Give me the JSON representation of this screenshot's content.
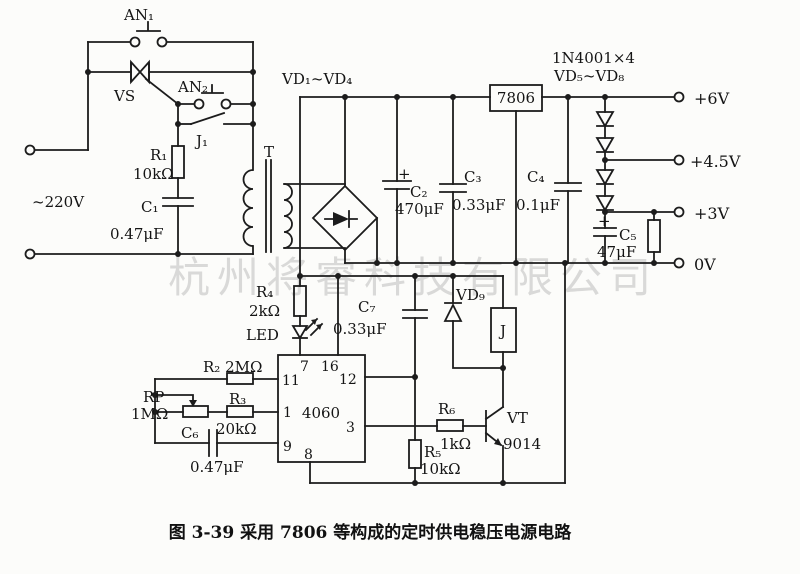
{
  "watermark": "杭州将睿科技有限公司",
  "caption": "图 3-39  采用 7806 等构成的定时供电稳压电源电路",
  "ac": {
    "voltage": "~220V",
    "an1": "AN₁",
    "an2": "AN₂",
    "vs": "VS",
    "j1": "J₁",
    "r1": "R₁",
    "r1_value": "10kΩ",
    "c1": "C₁",
    "c1_value": "0.47μF",
    "transformer": "T"
  },
  "rectifier": {
    "bridge": "VD₁~VD₄",
    "c2": "C₂",
    "c2_plus": "+",
    "c2_value": "470μF",
    "c3": "C₃",
    "c3_value": "0.33μF"
  },
  "regulator": {
    "ic": "7806",
    "c4": "C₄",
    "c4_value": "0.1μF"
  },
  "outputs": {
    "diodes_type": "1N4001×4",
    "diodes": "VD₅~VD₈",
    "v6": "+6V",
    "v45": "+4.5V",
    "v3": "+3V",
    "v0": "0V",
    "c5": "C₅",
    "c5_plus": "+",
    "c5_value": "47μF"
  },
  "timer": {
    "ic": "4060",
    "pins": {
      "p7": "7",
      "p16": "16",
      "p11": "11",
      "p1": "1",
      "p9": "9",
      "p12": "12",
      "p3": "3",
      "p8": "8"
    },
    "r4": "R₄",
    "r4_value": "2kΩ",
    "led": "LED",
    "c7": "C₇",
    "c7_value": "0.33μF",
    "r2": "R₂ 2MΩ",
    "rp": "RP",
    "rp_value": "1MΩ",
    "r3": "R₃",
    "r3_value": "20kΩ",
    "c6": "C₆",
    "c6_value": "0.47μF",
    "r5": "R₅",
    "r5_value": "10kΩ"
  },
  "driver": {
    "r6": "R₆",
    "r6_value": "1kΩ",
    "vt": "VT",
    "vt_type": "9014",
    "vd9": "VD₉",
    "relay": "J"
  }
}
